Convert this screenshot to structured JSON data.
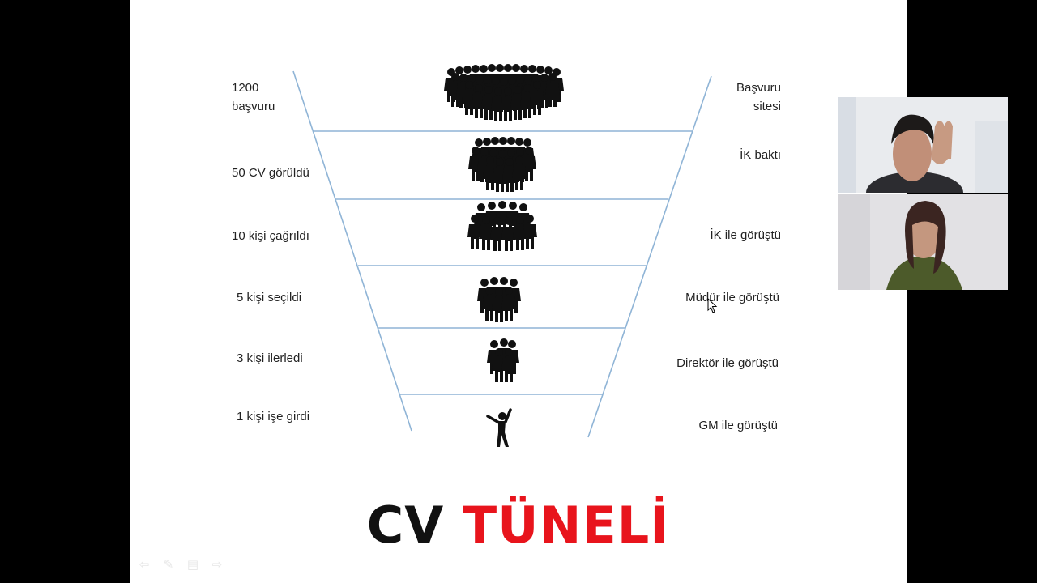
{
  "slide": {
    "left_labels": [
      "1200\nbaşvuru",
      "50 CV görüldü",
      "10 kişi çağrıldı",
      "5 kişi seçildi",
      "3 kişi ilerledi",
      "1 kişi işe girdi"
    ],
    "right_labels": [
      "Başvuru\nsitesi",
      "İK baktı",
      "İK ile görüştü",
      "Müdür ile görüştü",
      "Direktör ile görüştü",
      "GM ile görüştü"
    ],
    "title_part1": "CV",
    "title_part2": "TÜNELİ",
    "colors": {
      "title_dark": "#111111",
      "title_red": "#e8141c",
      "funnel_line": "#8fb4d6"
    }
  },
  "video_participants": [
    {
      "name": "participant-1"
    },
    {
      "name": "participant-2"
    }
  ],
  "controls": [
    "prev-arrow-icon",
    "pen-icon",
    "menu-icon",
    "next-arrow-icon"
  ]
}
